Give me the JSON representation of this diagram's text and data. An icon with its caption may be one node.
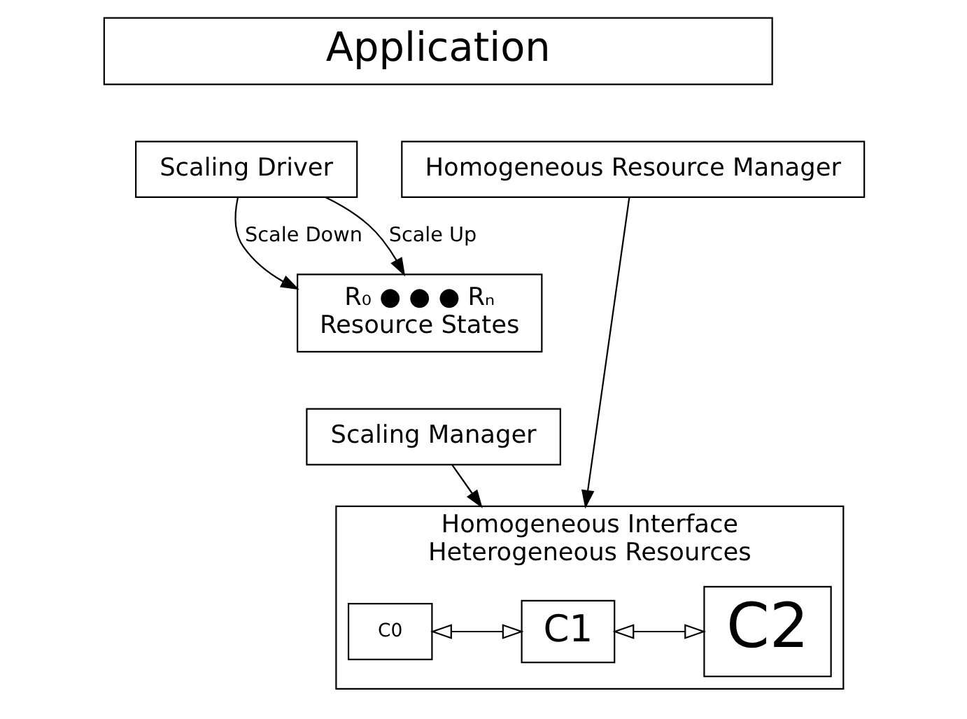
{
  "diagram": {
    "nodes": [
      {
        "text": [
          "Application"
        ]
      },
      {
        "text": [
          "Scaling Driver"
        ]
      },
      {
        "text": [
          "Homogeneous Resource Manager"
        ]
      },
      {
        "text": [
          "R₀ ● ● ● Rₙ",
          "Resource States"
        ]
      },
      {
        "text": [
          "Scaling Manager"
        ]
      },
      {
        "text": [
          "Homogeneous Interface",
          "Heterogeneous Resources"
        ]
      },
      {
        "text": [
          "C0"
        ],
        "in": 5
      },
      {
        "text": [
          "C1"
        ],
        "in": 5
      },
      {
        "text": [
          "C2"
        ],
        "in": 5
      }
    ],
    "edges": [
      {
        "from": 1,
        "to": 3,
        "arrow": "to",
        "label": "Scale Down"
      },
      {
        "from": 1,
        "to": 3,
        "arrow": "to",
        "label": "Scale Up"
      },
      {
        "from": 2,
        "to": 5,
        "arrow": "to"
      },
      {
        "from": 4,
        "to": 5,
        "arrow": "to"
      },
      {
        "from": 6,
        "to": 7,
        "arrow": "both"
      },
      {
        "from": 7,
        "to": 8,
        "arrow": "both"
      }
    ]
  }
}
